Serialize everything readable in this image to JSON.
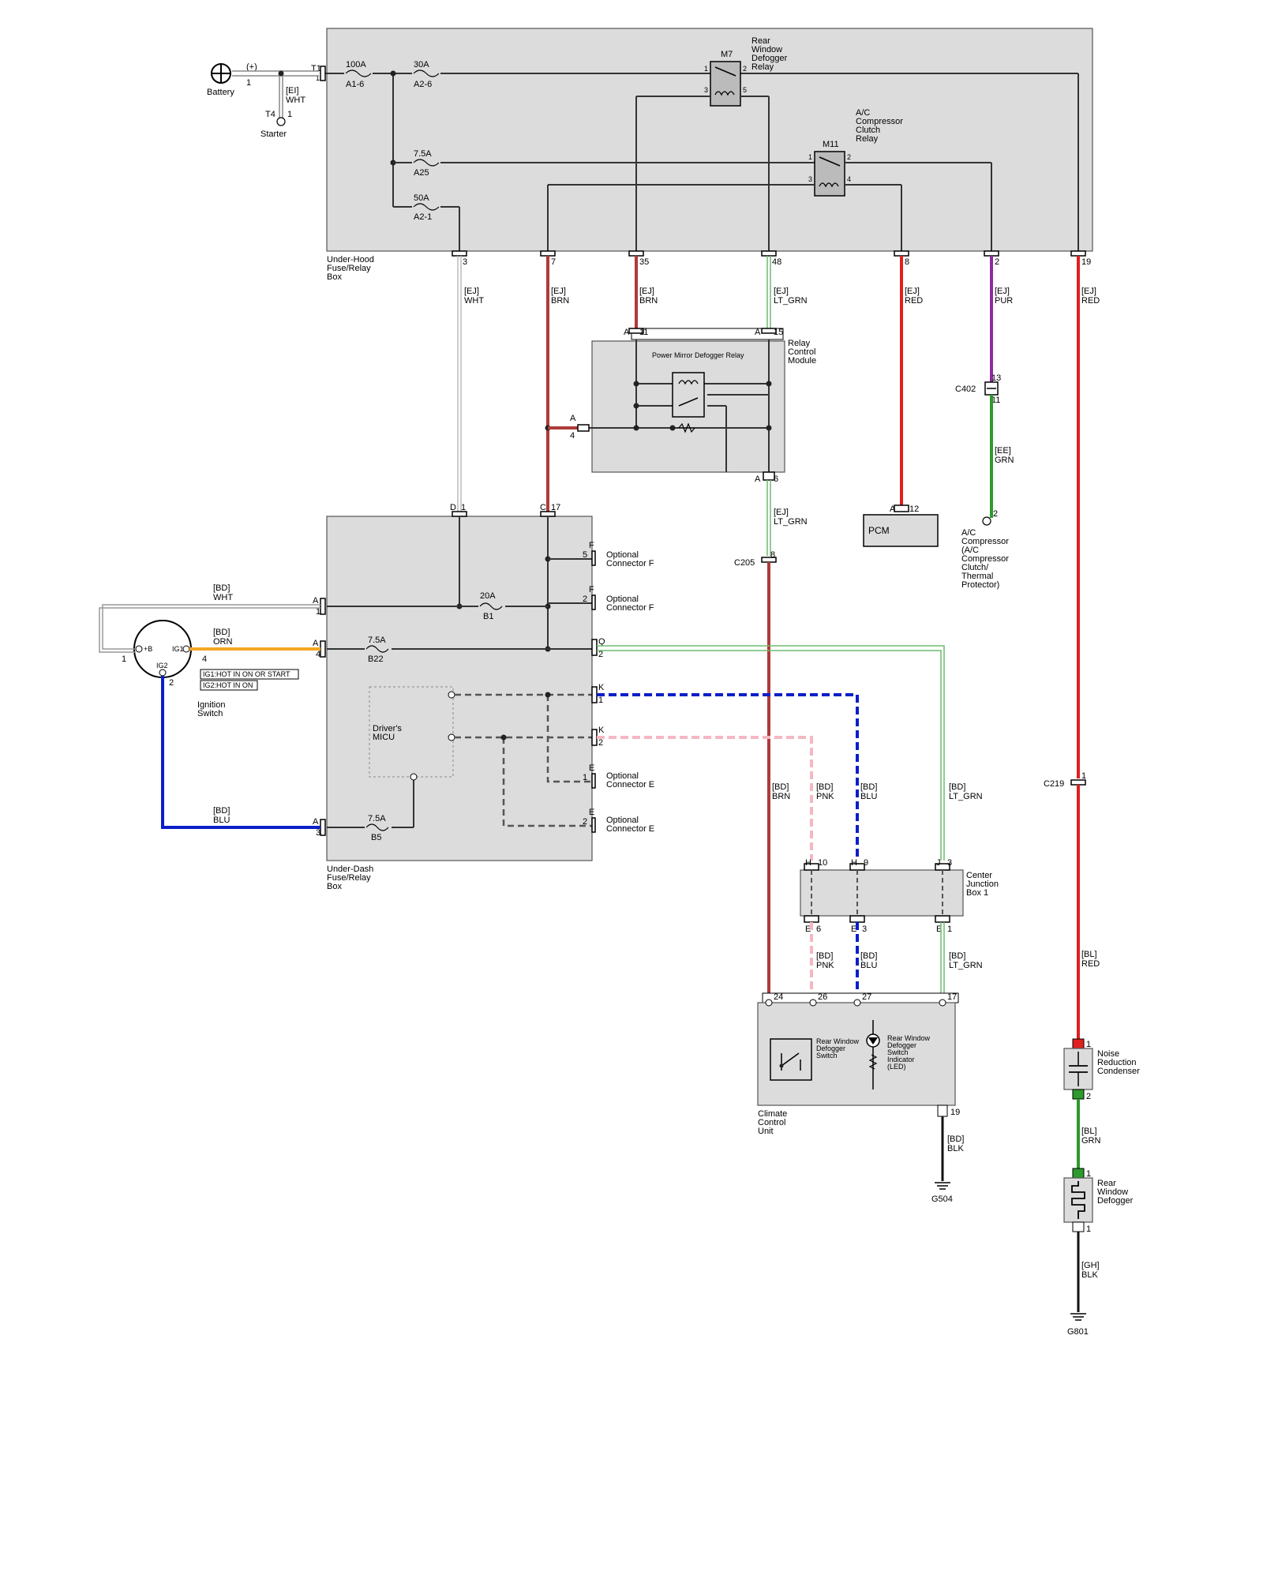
{
  "battery": {
    "label": "Battery",
    "pin": "1",
    "polarity": "(+)"
  },
  "starter": {
    "label": "Starter",
    "terminal": "T4",
    "pin": "1",
    "wire": "[EI]",
    "color": "WHT"
  },
  "under_hood_box": {
    "label_lines": [
      "Under-Hood",
      "Fuse/Relay",
      "Box"
    ],
    "input_terminal": "T1",
    "input_pin": "1",
    "fuses": [
      {
        "amp": "100A",
        "id": "A1-6"
      },
      {
        "amp": "30A",
        "id": "A2-6"
      },
      {
        "amp": "7.5A",
        "id": "A25"
      },
      {
        "amp": "50A",
        "id": "A2-1"
      }
    ],
    "relay_m7": {
      "id": "M7",
      "label_lines": [
        "Rear",
        "Window",
        "Defogger",
        "Relay"
      ],
      "pins": [
        "1",
        "2",
        "3",
        "5"
      ]
    },
    "relay_m11": {
      "id": "M11",
      "label_lines": [
        "A/C",
        "Compressor",
        "Clutch",
        "Relay"
      ],
      "pins": [
        "1",
        "2",
        "3",
        "4"
      ]
    },
    "outputs": [
      {
        "pin": "3",
        "wire": "[EJ]",
        "color": "WHT"
      },
      {
        "pin": "7",
        "wire": "[EJ]",
        "color": "BRN"
      },
      {
        "pin": "35",
        "wire": "[EJ]",
        "color": "BRN"
      },
      {
        "pin": "48",
        "wire": "[EJ]",
        "color": "LT_GRN"
      },
      {
        "pin": "8",
        "wire": "[EJ]",
        "color": "RED"
      },
      {
        "pin": "2",
        "wire": "[EJ]",
        "color": "PUR"
      },
      {
        "pin": "19",
        "wire": "[EJ]",
        "color": "RED"
      }
    ]
  },
  "relay_module": {
    "label_lines": [
      "Relay",
      "Control",
      "Module"
    ],
    "inner_label": "Power Mirror Defogger Relay",
    "pins": {
      "a11": "A",
      "a11n": "11",
      "a15": "A",
      "a15n": "15",
      "a4": "A",
      "a4n": "4",
      "a6": "A",
      "a6n": "6"
    }
  },
  "c402": {
    "label": "C402",
    "pin_top": "13",
    "pin_bottom": "11",
    "wire": "[EE]",
    "color": "GRN"
  },
  "ac_compressor": {
    "label_lines": [
      "A/C",
      "Compressor",
      "(A/C",
      "Compressor",
      "Clutch/",
      "Thermal",
      "Protector)"
    ],
    "pin": "2"
  },
  "pcm": {
    "label": "PCM",
    "pin_letter": "A",
    "pin": "12"
  },
  "c205": {
    "label": "C205",
    "pin": "8",
    "wire": "[EJ]",
    "color": "LT_GRN"
  },
  "c219": {
    "label": "C219",
    "pin": "1"
  },
  "under_dash_box": {
    "label_lines": [
      "Under-Dash",
      "Fuse/Relay",
      "Box"
    ],
    "top_pins": [
      {
        "letter": "D",
        "num": "1"
      },
      {
        "letter": "C",
        "num": "17"
      }
    ],
    "fuses": [
      {
        "amp": "20A",
        "id": "B1"
      },
      {
        "amp": "7.5A",
        "id": "B22"
      },
      {
        "amp": "7.5A",
        "id": "B5"
      }
    ],
    "micu_lines": [
      "Driver's",
      "MICU"
    ],
    "left_pins": [
      {
        "letter": "A",
        "num": "1"
      },
      {
        "letter": "A",
        "num": "4"
      },
      {
        "letter": "A",
        "num": "3"
      }
    ],
    "right_pins": [
      {
        "letter": "F",
        "num": "5"
      },
      {
        "letter": "F",
        "num": "2"
      },
      {
        "letter": "Q",
        "num": "2"
      },
      {
        "letter": "K",
        "num": "1"
      },
      {
        "letter": "K",
        "num": "2"
      },
      {
        "letter": "E",
        "num": "1"
      },
      {
        "letter": "E",
        "num": "2"
      }
    ],
    "optional_f": [
      "Optional",
      "Connector F"
    ],
    "optional_e": [
      "Optional",
      "Connector E"
    ]
  },
  "ignition": {
    "label_lines": [
      "Ignition",
      "Switch"
    ],
    "pins": [
      "1",
      "4",
      "2"
    ],
    "terminals": [
      "+B",
      "IG1",
      "IG2"
    ],
    "notes": [
      "IG1:HOT IN ON OR START",
      "IG2:HOT IN ON"
    ],
    "wires": [
      {
        "wire": "[BD]",
        "color": "WHT"
      },
      {
        "wire": "[BD]",
        "color": "ORN"
      },
      {
        "wire": "[BD]",
        "color": "BLU"
      }
    ]
  },
  "cjb": {
    "label_lines": [
      "Center",
      "Junction",
      "Box 1"
    ],
    "top_pins": [
      {
        "letter": "H",
        "num": "10"
      },
      {
        "letter": "H",
        "num": "9"
      },
      {
        "letter": "J",
        "num": "3"
      }
    ],
    "bottom_pins": [
      {
        "letter": "E",
        "num": "6"
      },
      {
        "letter": "E",
        "num": "3"
      },
      {
        "letter": "E",
        "num": "1"
      }
    ]
  },
  "mid_wires": [
    {
      "wire": "[BD]",
      "color": "BRN"
    },
    {
      "wire": "[BD]",
      "color": "PNK"
    },
    {
      "wire": "[BD]",
      "color": "BLU"
    },
    {
      "wire": "[BD]",
      "color": "LT_GRN"
    }
  ],
  "low_wires": [
    {
      "wire": "[BD]",
      "color": "PNK"
    },
    {
      "wire": "[BD]",
      "color": "BLU"
    },
    {
      "wire": "[BD]",
      "color": "LT_GRN"
    }
  ],
  "climate": {
    "label_lines": [
      "Climate",
      "Control",
      "Unit"
    ],
    "pins": [
      "24",
      "26",
      "27",
      "17",
      "19"
    ],
    "switch_lines": [
      "Rear Window",
      "Defogger",
      "Switch"
    ],
    "indicator_lines": [
      "Rear Window",
      "Defogger",
      "Switch",
      "Indicator",
      "(LED)"
    ],
    "ground_wire": "[BD]",
    "ground_color": "BLK",
    "ground": "G504"
  },
  "c219_wire": {
    "wire": "[BL]",
    "color": "RED"
  },
  "condenser": {
    "label_lines": [
      "Noise",
      "Reduction",
      "Condenser"
    ],
    "pins": [
      "1",
      "2"
    ]
  },
  "cond_wire": {
    "wire": "[BL]",
    "color": "GRN"
  },
  "defogger": {
    "label_lines": [
      "Rear",
      "Window",
      "Defogger"
    ],
    "pins": [
      "1",
      "1"
    ]
  },
  "defogger_ground": {
    "wire": "[GH]",
    "color": "BLK",
    "ground": "G801"
  },
  "colors": {
    "white": "#e8e8e8",
    "brown": "#b03a3a",
    "lt_green": "#6dbb6d",
    "red": "#e0201f",
    "purple": "#8e2a9e",
    "green": "#2d9a2d",
    "orange": "#f4a623",
    "blue": "#0a1fc8",
    "pink": "#f5b7c2",
    "black": "#111111"
  }
}
